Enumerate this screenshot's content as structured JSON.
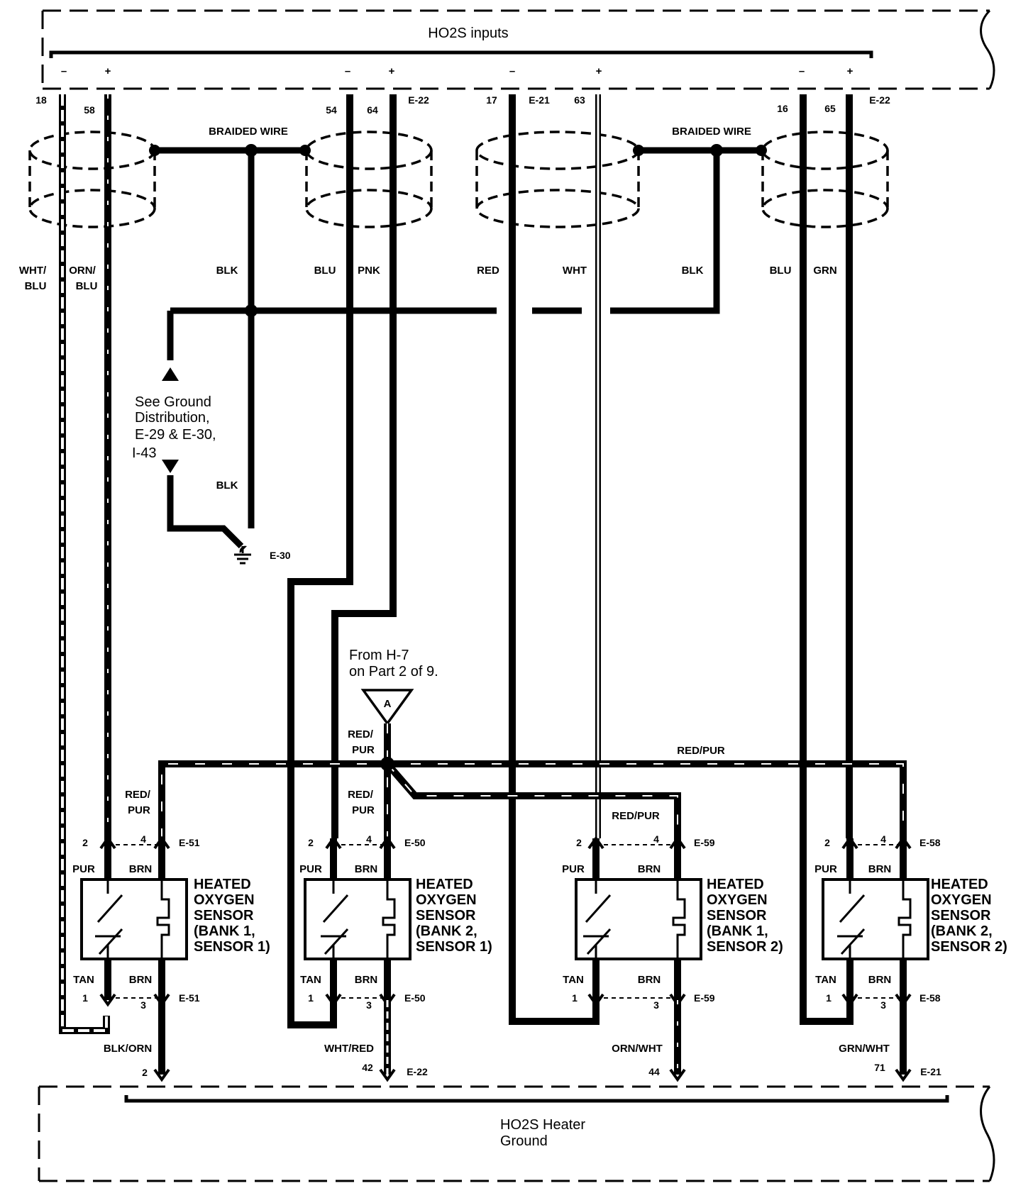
{
  "title_top": "HO2S inputs",
  "title_bottom_1": "HO2S Heater",
  "title_bottom_2": "Ground",
  "polarity": {
    "c1": {
      "neg": "–",
      "pos": "+"
    },
    "c2": {
      "neg": "–",
      "pos": "+"
    },
    "c3": {
      "neg": "–",
      "pos": "+"
    },
    "c4": {
      "neg": "–",
      "pos": "+"
    }
  },
  "top_pins": {
    "p18": "18",
    "p58": "58",
    "p54": "54",
    "p64": "64",
    "e22a": "E-22",
    "p17": "17",
    "e21a": "E-21",
    "p63": "63",
    "p16": "16",
    "p65": "65",
    "e22b": "E-22"
  },
  "braided_wire_1": "BRAIDED WIRE",
  "braided_wire_2": "BRAIDED WIRE",
  "wires": {
    "wht_blu_1": "WHT/",
    "wht_blu_2": "BLU",
    "orn_blu_1": "ORN/",
    "orn_blu_2": "BLU",
    "blk1": "BLK",
    "blu1": "BLU",
    "pnk": "PNK",
    "red": "RED",
    "wht": "WHT",
    "blk2": "BLK",
    "blu2": "BLU",
    "grn": "GRN",
    "blk3": "BLK",
    "red_pur_top": "RED/PUR",
    "red_pur_a1": "RED/",
    "red_pur_a2": "PUR",
    "red_pur_b1": "RED/",
    "red_pur_b2": "PUR",
    "red_pur_c1": "RED/",
    "red_pur_c2": "PUR",
    "red_pur_d": "RED/PUR",
    "blk_orn": "BLK/ORN",
    "wht_red": "WHT/RED",
    "orn_wht": "ORN/WHT",
    "grn_wht": "GRN/WHT"
  },
  "ground_note": [
    "See Ground",
    "Distribution,",
    "E-29 & E-30,",
    "I-43"
  ],
  "ground_label": "E-30",
  "from_note_1": "From H-7",
  "from_note_2": "on Part 2 of 9.",
  "connector_a": "A",
  "sensors": [
    {
      "t1": "HEATED",
      "t2": "OXYGEN",
      "t3": "SENSOR",
      "t4": "(BANK 1,",
      "t5": "SENSOR 1)",
      "pin_tl": "2",
      "pin_tr": "4",
      "conn_top": "E-51",
      "w_tl": "PUR",
      "w_tr": "BRN",
      "w_bl": "TAN",
      "w_br": "BRN",
      "pin_bl": "1",
      "pin_br": "3",
      "conn_bot": "E-51"
    },
    {
      "t1": "HEATED",
      "t2": "OXYGEN",
      "t3": "SENSOR",
      "t4": "(BANK 2,",
      "t5": "SENSOR 1)",
      "pin_tl": "2",
      "pin_tr": "4",
      "conn_top": "E-50",
      "w_tl": "PUR",
      "w_tr": "BRN",
      "w_bl": "TAN",
      "w_br": "BRN",
      "pin_bl": "1",
      "pin_br": "3",
      "conn_bot": "E-50"
    },
    {
      "t1": "HEATED",
      "t2": "OXYGEN",
      "t3": "SENSOR",
      "t4": "(BANK 1,",
      "t5": "SENSOR 2)",
      "pin_tl": "2",
      "pin_tr": "4",
      "conn_top": "E-59",
      "w_tl": "PUR",
      "w_tr": "BRN",
      "w_bl": "TAN",
      "w_br": "BRN",
      "pin_bl": "1",
      "pin_br": "3",
      "conn_bot": "E-59"
    },
    {
      "t1": "HEATED",
      "t2": "OXYGEN",
      "t3": "SENSOR",
      "t4": "(BANK 2,",
      "t5": "SENSOR 2)",
      "pin_tl": "2",
      "pin_tr": "4",
      "conn_top": "E-58",
      "w_tl": "PUR",
      "w_tr": "BRN",
      "w_bl": "TAN",
      "w_br": "BRN",
      "pin_bl": "1",
      "pin_br": "3",
      "conn_bot": "E-58"
    }
  ],
  "bottom_pins": {
    "p2": "2",
    "p42": "42",
    "e22": "E-22",
    "p44": "44",
    "p71": "71",
    "e21": "E-21"
  }
}
